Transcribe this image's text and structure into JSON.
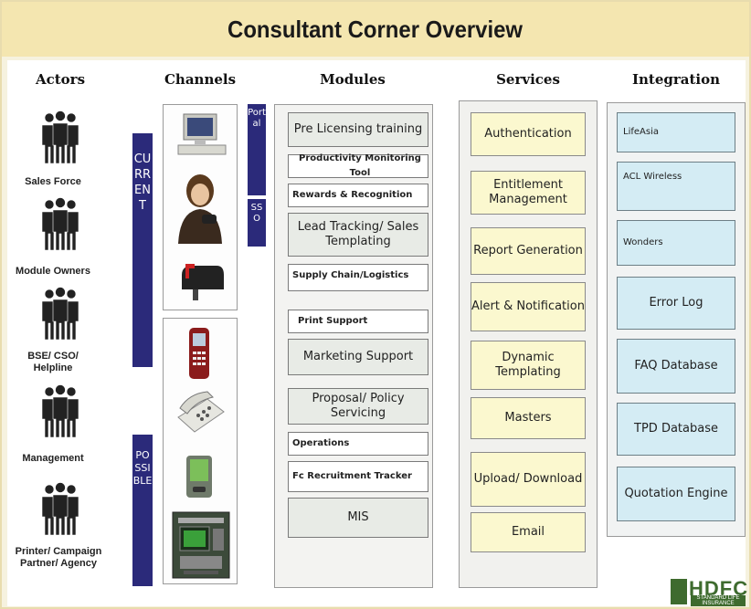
{
  "title": "Consultant Corner Overview",
  "columns": {
    "actors": "Actors",
    "channels": "Channels",
    "modules": "Modules",
    "services": "Services",
    "integration": "Integration"
  },
  "actors": [
    {
      "label": "Sales Force"
    },
    {
      "label": "Module Owners"
    },
    {
      "label": "BSE/ CSO/ Helpline"
    },
    {
      "label": "Management"
    },
    {
      "label": "Printer/ Campaign Partner/ Agency"
    }
  ],
  "channel_groups": {
    "current": "CURRENT",
    "possible": "POSSIBLE",
    "portal": "Portal",
    "sso": "SSO"
  },
  "channels": [
    {
      "icon": "desktop-computer-icon"
    },
    {
      "icon": "call-center-agent-icon"
    },
    {
      "icon": "mailbox-icon"
    },
    {
      "icon": "mobile-phone-icon"
    },
    {
      "icon": "telephone-icon"
    },
    {
      "icon": "pda-icon"
    },
    {
      "icon": "kiosk-icon"
    }
  ],
  "modules": [
    "Pre Licensing training",
    "Productivity Monitoring Tool",
    "Rewards & Recognition",
    "Lead Tracking/ Sales Templating",
    "Supply Chain/Logistics",
    "Print Support",
    "Marketing Support",
    "Proposal/ Policy Servicing",
    "Operations",
    "Fc Recruitment Tracker",
    "MIS"
  ],
  "services": [
    "Authentication",
    "Entitlement Management",
    "Report Generation",
    "Alert & Notification",
    "Dynamic Templating",
    "Masters",
    "Upload/ Download",
    "Email"
  ],
  "integration": [
    "LifeAsia",
    "ACL Wireless",
    "Wonders",
    "Error Log",
    "FAQ Database",
    "TPD Database",
    "Quotation Engine"
  ],
  "logo": {
    "text": "HDFC",
    "subtext": "STANDARD LIFE INSURANCE"
  },
  "colors": {
    "accent_bar": "#2b2a7a",
    "title_band": "#f4e6b0",
    "service_box": "#fbf8cf",
    "integration_box": "#d4ecf4",
    "module_box": "#e8ebe6",
    "logo_green": "#3e6b2e"
  }
}
